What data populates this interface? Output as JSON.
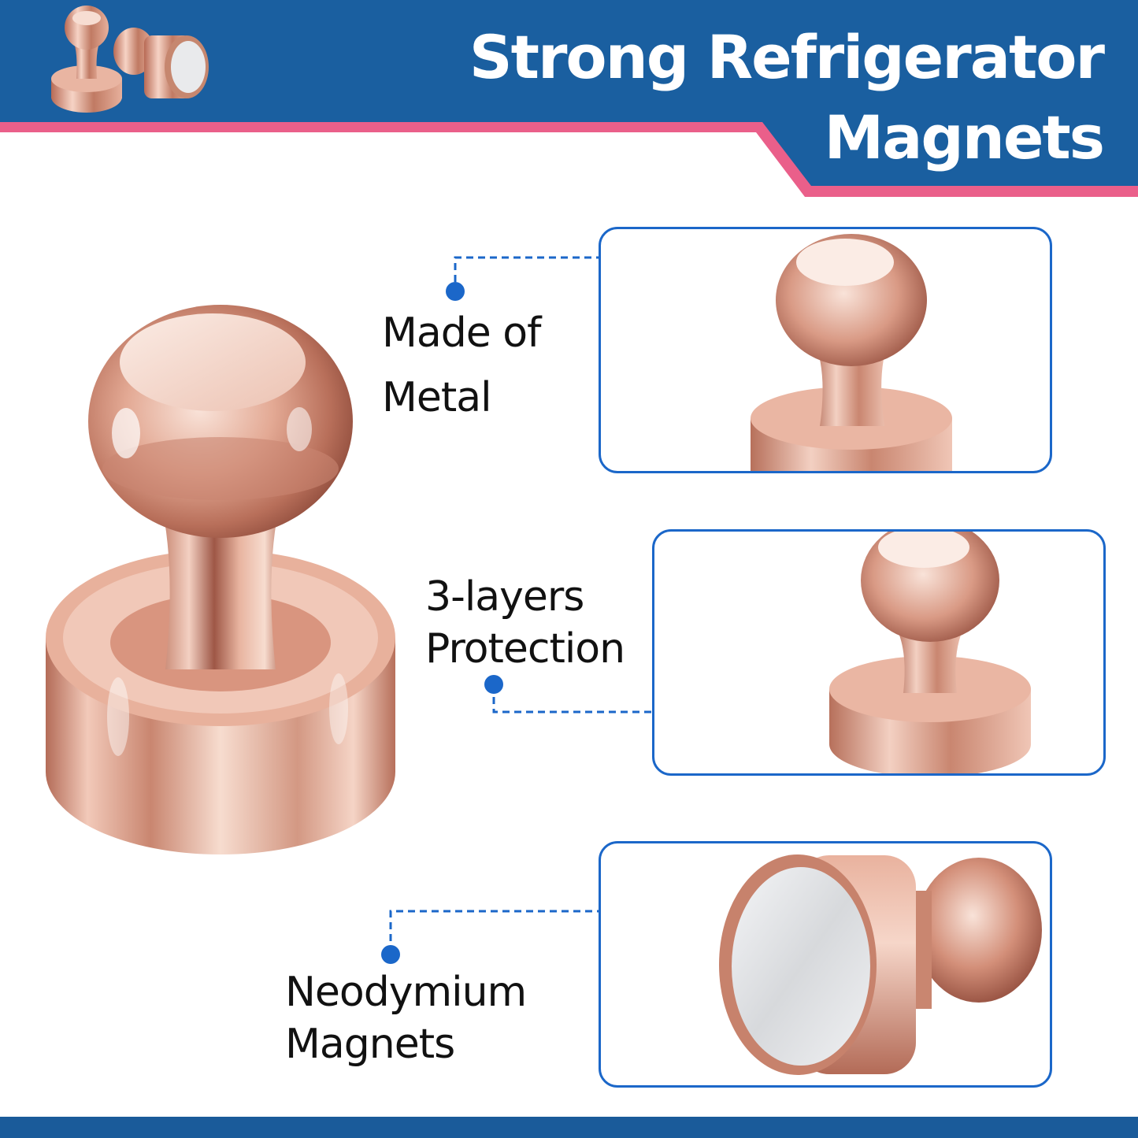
{
  "header": {
    "title_line1": "Strong Refrigerator",
    "title_line2": "Magnets",
    "banner_color": "#1a5fa0",
    "accent_stripe_color": "#ea5f8a"
  },
  "features": [
    {
      "line1": "Made of",
      "line2": "Metal",
      "icon": "push-pin-magnet-closeup"
    },
    {
      "line1": "3-layers",
      "line2": "Protection",
      "icon": "push-pin-magnet-closeup"
    },
    {
      "line1": "Neodymium",
      "line2": "Magnets",
      "icon": "magnet-base-closeup"
    }
  ],
  "colors": {
    "accent_blue": "#1b67c9",
    "rose_gold": "#d9957f",
    "footer": "#1a5b9a"
  }
}
